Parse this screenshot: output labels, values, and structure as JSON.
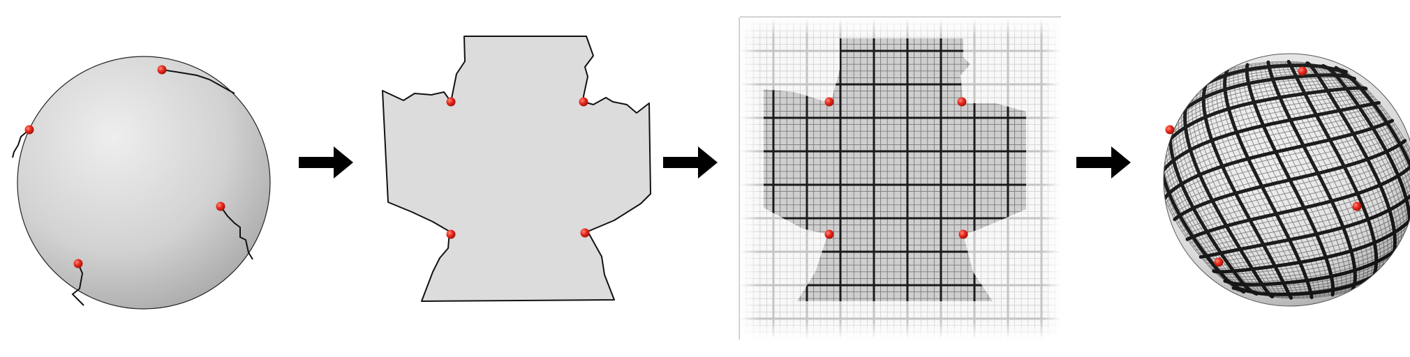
{
  "colors": {
    "background": "#ffffff",
    "surface_gray": "#d9d9d9",
    "outline": "#111111",
    "cut_point": "#e8281c",
    "arrow": "#000000",
    "grid_fine": "#9a9a9a",
    "grid_coarse": "#1a1a1a"
  },
  "panels": [
    {
      "id": "sphere-with-cuts",
      "description_icon": "sphere-icon"
    },
    {
      "id": "flattened-patch",
      "description_icon": "flat-patch-icon"
    },
    {
      "id": "patch-with-grid-texture",
      "description_icon": "grid-texture-icon"
    },
    {
      "id": "textured-sphere",
      "description_icon": "textured-sphere-icon"
    }
  ],
  "arrows": [
    "arrow-right-icon",
    "arrow-right-icon",
    "arrow-right-icon"
  ]
}
